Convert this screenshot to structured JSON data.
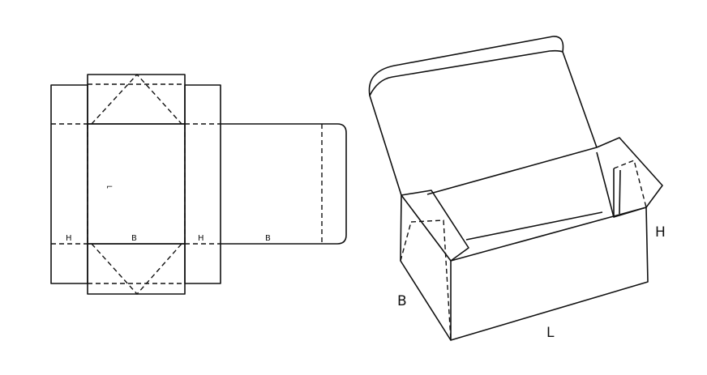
{
  "flat_pattern": {
    "labels": {
      "h_left": "H",
      "b_center": "B",
      "h_right": "H",
      "b_lid": "B",
      "small_mark": "⌐"
    }
  },
  "folded_box": {
    "labels": {
      "b": "B",
      "h": "H",
      "l": "L"
    }
  },
  "colors": {
    "line": "#111111",
    "background": "#ffffff"
  }
}
